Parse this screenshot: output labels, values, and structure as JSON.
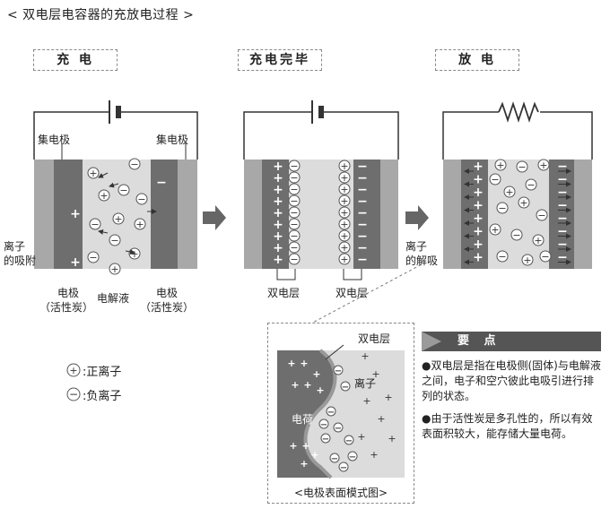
{
  "title": "< 双电层电容器的充放电过程 >",
  "stages": [
    "充 电",
    "充电完毕",
    "放 电"
  ],
  "labels": {
    "collector_left": "集电极",
    "collector_right": "集电极",
    "ion_adsorption_1": "离子",
    "ion_adsorption_2": "的吸附",
    "electrode_left_1": "电极",
    "electrode_left_2": "（活性炭）",
    "electrolyte": "电解液",
    "electrode_right_1": "电极",
    "electrode_right_2": "（活性炭）",
    "double_layer_left": "双电层",
    "double_layer_right": "双电层",
    "ion_desorption_1": "离子",
    "ion_desorption_2": "的解吸"
  },
  "legend": {
    "positive": ":正离子",
    "negative": ":负离子"
  },
  "zoom": {
    "double_layer": "双电层",
    "ion": "离子",
    "charge": "电荷",
    "caption": "<电极表面模式图>"
  },
  "key_points": {
    "heading": "要 点",
    "p1": "●双电层是指在电极侧(固体)与电解液之间，电子和空穴彼此电吸引进行排列的状态。",
    "p2": "●由于活性炭是多孔性的，所以有效表面积较大，能存储大量电荷。"
  },
  "colors": {
    "electrode_dark": "#6e6e6e",
    "collector": "#a8a8a8",
    "electrolyte": "#dcdcdc",
    "ion_circle": "#ffffff",
    "accent_gray": "#555555"
  }
}
